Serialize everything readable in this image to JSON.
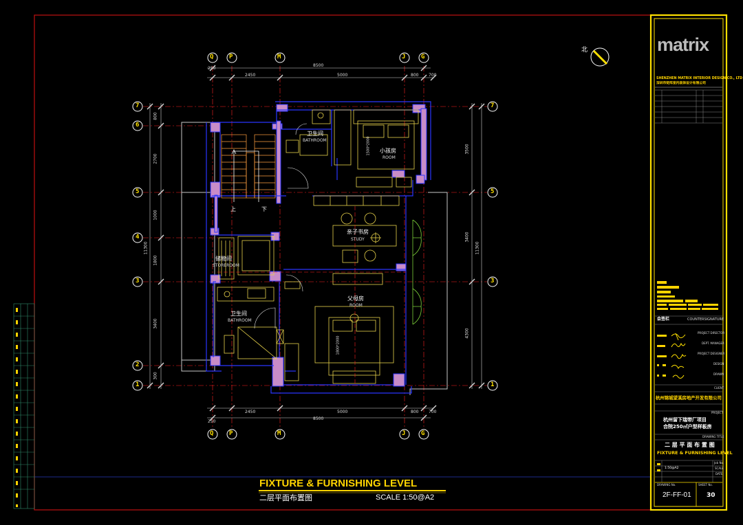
{
  "colors": {
    "background": "#000000",
    "frame_red": "#c01010",
    "title_block_yellow": "#ffe000",
    "wall_blue": "#2a35ff",
    "wall_fill": "#c88cc8",
    "dim_white": "#e8e8e8",
    "furniture_yellow": "#e8d24a",
    "door_green": "#7fd43a",
    "axis_red": "#ff2020"
  },
  "company": {
    "logo_text": "matrix",
    "name_en": "SHENZHEN MATRIX INTERIOR DESIGN CO., LTD",
    "name_cn": "深圳市矩阵室内装饰设计有限公司"
  },
  "compass": {
    "label": "北"
  },
  "grid_axes": {
    "columns": [
      "Q",
      "P",
      "M",
      "J",
      "G"
    ],
    "rows": [
      "7",
      "6",
      "5",
      "4",
      "3",
      "2",
      "1"
    ]
  },
  "dimensions": {
    "top_overall": "8500",
    "top_segments": [
      "250",
      "2450",
      "5000",
      "800",
      "700"
    ],
    "bottom_overall": "8500",
    "bottom_segments": [
      "250",
      "2450",
      "5000",
      "800",
      "700"
    ],
    "left_overall": "11300",
    "left_segments": [
      "800",
      "2700",
      "1000",
      "1800",
      "3400",
      "300"
    ],
    "right_overall": "11300",
    "right_segments": [
      "3500",
      "3400",
      "4300"
    ]
  },
  "rooms": {
    "bath_upper": {
      "cn": "卫生间",
      "en": "BATHROOM"
    },
    "kids_room": {
      "cn": "小孩房",
      "en": "ROOM"
    },
    "study": {
      "cn": "亲子书房",
      "en": "STUDY"
    },
    "storeroom": {
      "cn": "储物间",
      "en": "STOREROOM"
    },
    "bath_lower": {
      "cn": "卫生间",
      "en": "BATHROOM"
    },
    "parents_room": {
      "cn": "父母房",
      "en": "ROOM"
    },
    "stair_up": "上",
    "stair_down": "下",
    "bed_small_size": "1500*2000",
    "bed_large_size": "1800*2000"
  },
  "drawing_title": {
    "main_en": "FIXTURE & FURNISHING LEVEL",
    "main_cn": "二层平面布置图",
    "scale": "SCALE  1:50@A2"
  },
  "title_block": {
    "countersign_cn": "会签栏",
    "countersign_en": "COUNTERSIGNATURE",
    "roles": [
      "PROJECT DIRECTOR",
      "DEPT. MANAGER",
      "PROJECT DESIGNER",
      "DESIGN",
      "DRAWN"
    ],
    "client_label": "CLIENT",
    "client_value": "杭州锦城望溪房地产开发有限公司",
    "project_label": "PROJECT",
    "project_line1": "杭州留下瑞带厂项目",
    "project_line2": "合院250㎡户型样板房",
    "drawing_title_label": "DRAWING TITLE",
    "drawing_title_cn": "二 层 平 面 布 置 图",
    "drawing_title_en": "FIXTURE & FURNISHING LEVEL",
    "job_no_label": "Job No.",
    "scale_label": "SCALE",
    "scale_value": "1:50@A2",
    "date_label": "DATE",
    "drawing_no_label": "DRAWING No.",
    "sheet_no_label": "SHEET No.",
    "drawing_no": "2F-FF-01",
    "sheet_no": "30"
  }
}
